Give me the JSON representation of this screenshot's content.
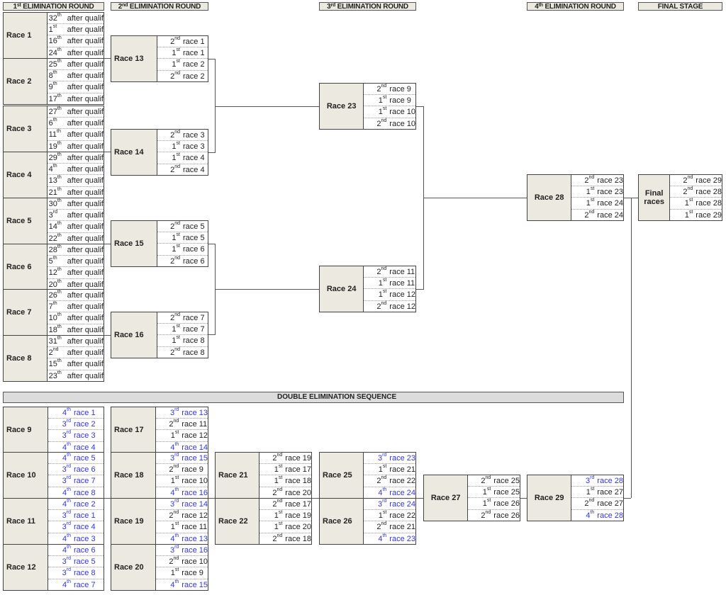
{
  "headers": {
    "round1": {
      "num": "1",
      "sup": "st",
      "text": "ELIMINATION ROUND"
    },
    "round2": {
      "num": "2",
      "sup": "nd",
      "text": "ELIMINATION ROUND"
    },
    "round3": {
      "num": "3",
      "sup": "rd",
      "text": "ELIMINATION ROUND"
    },
    "round4": {
      "num": "4",
      "sup": "th",
      "text": "ELIMINATION ROUND"
    },
    "final": "FINAL STAGE",
    "double": "DOUBLE ELIMINATION SEQUENCE"
  },
  "colors": {
    "label_bg": "#ece9e0",
    "blue_text": "#3434e0",
    "band_bg": "#dcdcdc"
  },
  "races": {
    "r1": {
      "label": "Race 1",
      "entries": [
        [
          "32",
          "th",
          "after qualif",
          0
        ],
        [
          "1",
          "st",
          "after qualif",
          0
        ],
        [
          "16",
          "th",
          "after qualif",
          0
        ],
        [
          "24",
          "th",
          "after qualif",
          0
        ]
      ]
    },
    "r2": {
      "label": "Race 2",
      "entries": [
        [
          "25",
          "th",
          "after qualif",
          0
        ],
        [
          "8",
          "th",
          "after qualif",
          0
        ],
        [
          "9",
          "th",
          "after qualif",
          0
        ],
        [
          "17",
          "th",
          "after qualif",
          0
        ]
      ]
    },
    "r3": {
      "label": "Race 3",
      "entries": [
        [
          "27",
          "th",
          "after qualif",
          0
        ],
        [
          "6",
          "th",
          "after qualif",
          0
        ],
        [
          "11",
          "th",
          "after qualif",
          0
        ],
        [
          "19",
          "th",
          "after qualif",
          0
        ]
      ]
    },
    "r4": {
      "label": "Race 4",
      "entries": [
        [
          "29",
          "th",
          "after qualif",
          0
        ],
        [
          "4",
          "th",
          "after qualif",
          0
        ],
        [
          "13",
          "th",
          "after qualif",
          0
        ],
        [
          "21",
          "th",
          "after qualif",
          0
        ]
      ]
    },
    "r5": {
      "label": "Race 5",
      "entries": [
        [
          "30",
          "th",
          "after qualif",
          0
        ],
        [
          "3",
          "rd",
          "after qualif",
          0
        ],
        [
          "14",
          "th",
          "after qualif",
          0
        ],
        [
          "22",
          "th",
          "after qualif",
          0
        ]
      ]
    },
    "r6": {
      "label": "Race 6",
      "entries": [
        [
          "28",
          "th",
          "after qualif",
          0
        ],
        [
          "5",
          "th",
          "after qualif",
          0
        ],
        [
          "12",
          "th",
          "after qualif",
          0
        ],
        [
          "20",
          "th",
          "after qualif",
          0
        ]
      ]
    },
    "r7": {
      "label": "Race 7",
      "entries": [
        [
          "26",
          "th",
          "after qualif",
          0
        ],
        [
          "7",
          "th",
          "after qualif",
          0
        ],
        [
          "10",
          "th",
          "after qualif",
          0
        ],
        [
          "18",
          "th",
          "after qualif",
          0
        ]
      ]
    },
    "r8": {
      "label": "Race 8",
      "entries": [
        [
          "31",
          "th",
          "after qualif",
          0
        ],
        [
          "2",
          "nd",
          "after qualif",
          0
        ],
        [
          "15",
          "th",
          "after qualif",
          0
        ],
        [
          "23",
          "th",
          "after qualif",
          0
        ]
      ]
    },
    "r13": {
      "label": "Race 13",
      "entries": [
        [
          "2",
          "nd",
          "race 1",
          0
        ],
        [
          "1",
          "st",
          "race 1",
          0
        ],
        [
          "1",
          "st",
          "race 2",
          0
        ],
        [
          "2",
          "nd",
          "race 2",
          0
        ]
      ]
    },
    "r14": {
      "label": "Race 14",
      "entries": [
        [
          "2",
          "nd",
          "race 3",
          0
        ],
        [
          "1",
          "st",
          "race 3",
          0
        ],
        [
          "1",
          "st",
          "race 4",
          0
        ],
        [
          "2",
          "nd",
          "race 4",
          0
        ]
      ]
    },
    "r15": {
      "label": "Race 15",
      "entries": [
        [
          "2",
          "nd",
          "race 5",
          0
        ],
        [
          "1",
          "st",
          "race 5",
          0
        ],
        [
          "1",
          "st",
          "race 6",
          0
        ],
        [
          "2",
          "nd",
          "race 6",
          0
        ]
      ]
    },
    "r16": {
      "label": "Race 16",
      "entries": [
        [
          "2",
          "nd",
          "race 7",
          0
        ],
        [
          "1",
          "st",
          "race 7",
          0
        ],
        [
          "1",
          "st",
          "race 8",
          0
        ],
        [
          "2",
          "nd",
          "race 8",
          0
        ]
      ]
    },
    "r23": {
      "label": "Race 23",
      "entries": [
        [
          "2",
          "nd",
          "race 9",
          0
        ],
        [
          "1",
          "st",
          "race 9",
          0
        ],
        [
          "1",
          "st",
          "race 10",
          0
        ],
        [
          "2",
          "nd",
          "race 10",
          0
        ]
      ]
    },
    "r24": {
      "label": "Race 24",
      "entries": [
        [
          "2",
          "nd",
          "race 11",
          0
        ],
        [
          "1",
          "st",
          "race 11",
          0
        ],
        [
          "1",
          "st",
          "race 12",
          0
        ],
        [
          "2",
          "nd",
          "race 12",
          0
        ]
      ]
    },
    "r28": {
      "label": "Race 28",
      "entries": [
        [
          "2",
          "nd",
          "race 23",
          0
        ],
        [
          "1",
          "st",
          "race 23",
          0
        ],
        [
          "1",
          "st",
          "race 24",
          0
        ],
        [
          "2",
          "nd",
          "race 24",
          0
        ]
      ]
    },
    "final": {
      "label_line1": "Final",
      "label_line2": "races",
      "entries": [
        [
          "2",
          "nd",
          "race 29",
          0
        ],
        [
          "2",
          "nd",
          "race 28",
          0
        ],
        [
          "1",
          "st",
          "race 28",
          0
        ],
        [
          "1",
          "st",
          "race 29",
          0
        ]
      ]
    },
    "r9": {
      "label": "Race 9",
      "entries": [
        [
          "4",
          "th",
          "race 1",
          1
        ],
        [
          "3",
          "rd",
          "race 2",
          1
        ],
        [
          "3",
          "rd",
          "race 3",
          1
        ],
        [
          "4",
          "th",
          "race 4",
          1
        ]
      ]
    },
    "r10": {
      "label": "Race 10",
      "entries": [
        [
          "4",
          "th",
          "race 5",
          1
        ],
        [
          "3",
          "rd",
          "race 6",
          1
        ],
        [
          "3",
          "rd",
          "race 7",
          1
        ],
        [
          "4",
          "th",
          "race 8",
          1
        ]
      ]
    },
    "r11": {
      "label": "Race 11",
      "entries": [
        [
          "4",
          "th",
          "race 2",
          1
        ],
        [
          "3",
          "rd",
          "race 1",
          1
        ],
        [
          "3",
          "rd",
          "race 4",
          1
        ],
        [
          "4",
          "th",
          "race 3",
          1
        ]
      ]
    },
    "r12": {
      "label": "Race 12",
      "entries": [
        [
          "4",
          "th",
          "race 6",
          1
        ],
        [
          "3",
          "rd",
          "race 5",
          1
        ],
        [
          "3",
          "rd",
          "race 8",
          1
        ],
        [
          "4",
          "th",
          "race 7",
          1
        ]
      ]
    },
    "r17": {
      "label": "Race 17",
      "entries": [
        [
          "3",
          "rd",
          "race 13",
          1
        ],
        [
          "2",
          "nd",
          "race 11",
          0
        ],
        [
          "1",
          "st",
          "race 12",
          0
        ],
        [
          "4",
          "th",
          "race 14",
          1
        ]
      ]
    },
    "r18": {
      "label": "Race 18",
      "entries": [
        [
          "3",
          "rd",
          "race 15",
          1
        ],
        [
          "2",
          "nd",
          "race 9",
          0
        ],
        [
          "1",
          "st",
          "race 10",
          0
        ],
        [
          "4",
          "th",
          "race 16",
          1
        ]
      ]
    },
    "r19": {
      "label": "Race 19",
      "entries": [
        [
          "3",
          "rd",
          "race 14",
          1
        ],
        [
          "2",
          "nd",
          "race 12",
          0
        ],
        [
          "1",
          "st",
          "race 11",
          0
        ],
        [
          "4",
          "th",
          "race 13",
          1
        ]
      ]
    },
    "r20": {
      "label": "Race 20",
      "entries": [
        [
          "3",
          "rd",
          "race 16",
          1
        ],
        [
          "2",
          "nd",
          "race 10",
          0
        ],
        [
          "1",
          "st",
          "race 9",
          0
        ],
        [
          "4",
          "th",
          "race 15",
          1
        ]
      ]
    },
    "r21": {
      "label": "Race 21",
      "entries": [
        [
          "2",
          "nd",
          "race 19",
          0
        ],
        [
          "1",
          "st",
          "race 17",
          0
        ],
        [
          "1",
          "st",
          "race 18",
          0
        ],
        [
          "2",
          "nd",
          "race 20",
          0
        ]
      ]
    },
    "r22": {
      "label": "Race 22",
      "entries": [
        [
          "2",
          "nd",
          "race 17",
          0
        ],
        [
          "1",
          "st",
          "race 19",
          0
        ],
        [
          "1",
          "st",
          "race 20",
          0
        ],
        [
          "2",
          "nd",
          "race 18",
          0
        ]
      ]
    },
    "r25": {
      "label": "Race 25",
      "entries": [
        [
          "3",
          "rd",
          "race 23",
          1
        ],
        [
          "1",
          "st",
          "race 21",
          0
        ],
        [
          "2",
          "nd",
          "race 22",
          0
        ],
        [
          "4",
          "th",
          "race 24",
          1
        ]
      ]
    },
    "r26": {
      "label": "Race 26",
      "entries": [
        [
          "3",
          "rd",
          "race 24",
          1
        ],
        [
          "1",
          "st",
          "race 22",
          0
        ],
        [
          "2",
          "nd",
          "race 21",
          0
        ],
        [
          "4",
          "th",
          "race 23",
          1
        ]
      ]
    },
    "r27": {
      "label": "Race 27",
      "entries": [
        [
          "2",
          "nd",
          "race 25",
          0
        ],
        [
          "1",
          "st",
          "race 25",
          0
        ],
        [
          "1",
          "st",
          "race 26",
          0
        ],
        [
          "2",
          "nd",
          "race 26",
          0
        ]
      ]
    },
    "r29": {
      "label": "Race 29",
      "entries": [
        [
          "3",
          "rd",
          "race 28",
          1
        ],
        [
          "1",
          "st",
          "race 27",
          0
        ],
        [
          "2",
          "nd",
          "race 27",
          0
        ],
        [
          "4",
          "th",
          "race 28",
          1
        ]
      ]
    }
  }
}
